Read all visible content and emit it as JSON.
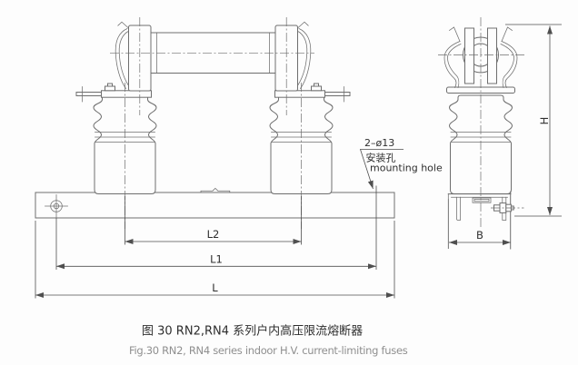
{
  "figure": {
    "dim_l2": "L2",
    "dim_l1": "L1",
    "dim_l": "L",
    "dim_b": "B",
    "dim_h": "H",
    "callout": {
      "spec": "2–ø13",
      "label_zh": "安装孔",
      "label_en": "mounting hole"
    },
    "caption_zh": "图 30  RN2,RN4 系列户内高压限流熔断器",
    "caption_en": "Fig.30  RN2, RN4 series indoor H.V. current-limiting fuses",
    "colors": {
      "line": "#6e6e6e",
      "dim_line": "#4f4f4f",
      "text": "#2e2e2e",
      "caption_en": "#8f8f8f",
      "background": "#fdfdfd"
    }
  }
}
